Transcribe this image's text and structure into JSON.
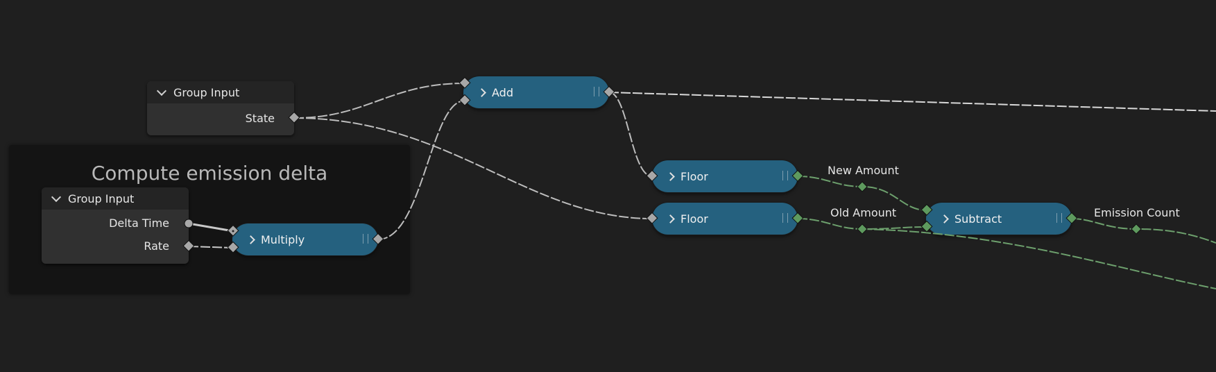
{
  "frame": {
    "title": "Compute emission delta"
  },
  "group_input_top": {
    "title": "Group Input",
    "outputs": [
      "State"
    ]
  },
  "group_input_inner": {
    "title": "Group Input",
    "outputs": [
      "Delta Time",
      "Rate"
    ]
  },
  "nodes": {
    "multiply": "Multiply",
    "add": "Add",
    "floor_1": "Floor",
    "floor_2": "Floor",
    "subtract": "Subtract"
  },
  "reroutes": {
    "new_amount": "New Amount",
    "old_amount": "Old Amount",
    "emission_count": "Emission Count"
  },
  "colors": {
    "background": "#1f1f1f",
    "node_pill": "#25617f",
    "socket_gray": "#a8a8a8",
    "socket_green": "#5e9a5e",
    "wire_gray": "#bdbdbd",
    "wire_green": "#6da06d"
  },
  "icons": {
    "collapse": "chevron-down-icon",
    "expand": "chevron-right-icon",
    "grip": "drag-handle-icon"
  }
}
